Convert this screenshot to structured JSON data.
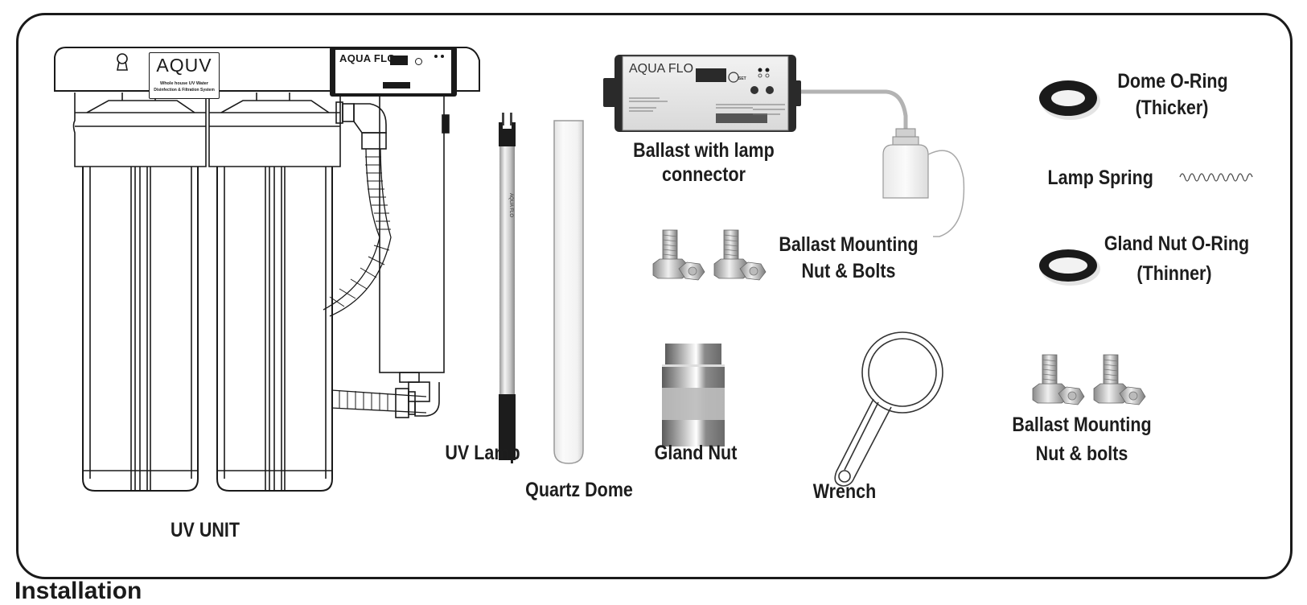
{
  "diagram": {
    "title_partial": "Installation",
    "parts": [
      {
        "id": "uv-unit",
        "label": "UV UNIT"
      },
      {
        "id": "uv-lamp",
        "label": "UV Lamp"
      },
      {
        "id": "quartz-dome",
        "label": "Quartz Dome"
      },
      {
        "id": "ballast",
        "label_line1": "Ballast with lamp",
        "label_line2": "connector"
      },
      {
        "id": "ballast-nuts-1",
        "label_line1": "Ballast Mounting",
        "label_line2": "Nut & Bolts"
      },
      {
        "id": "gland-nut",
        "label": "Gland Nut"
      },
      {
        "id": "wrench",
        "label": "Wrench"
      },
      {
        "id": "dome-oring",
        "label_line1": "Dome O-Ring",
        "label_line2": "(Thicker)"
      },
      {
        "id": "lamp-spring",
        "label": "Lamp Spring"
      },
      {
        "id": "gland-oring",
        "label_line1": "Gland Nut O-Ring",
        "label_line2": "(Thinner)"
      },
      {
        "id": "ballast-nuts-2",
        "label_line1": "Ballast Mounting",
        "label_line2": "Nut & bolts"
      }
    ],
    "product_text": {
      "aquv_logo": "AQUV",
      "aquv_sub1": "Whole house UV Water",
      "aquv_sub2": "Disinfection & Filtration System",
      "brand": "AQUA FLO",
      "lamp_print": "AQUA FLO",
      "set_button": "SET"
    },
    "colors": {
      "ink": "#1a1a1a",
      "metal_light": "#e6e6e6",
      "metal_dark": "#7a7a7a",
      "lamp_cap": "#1c1c1c"
    }
  }
}
